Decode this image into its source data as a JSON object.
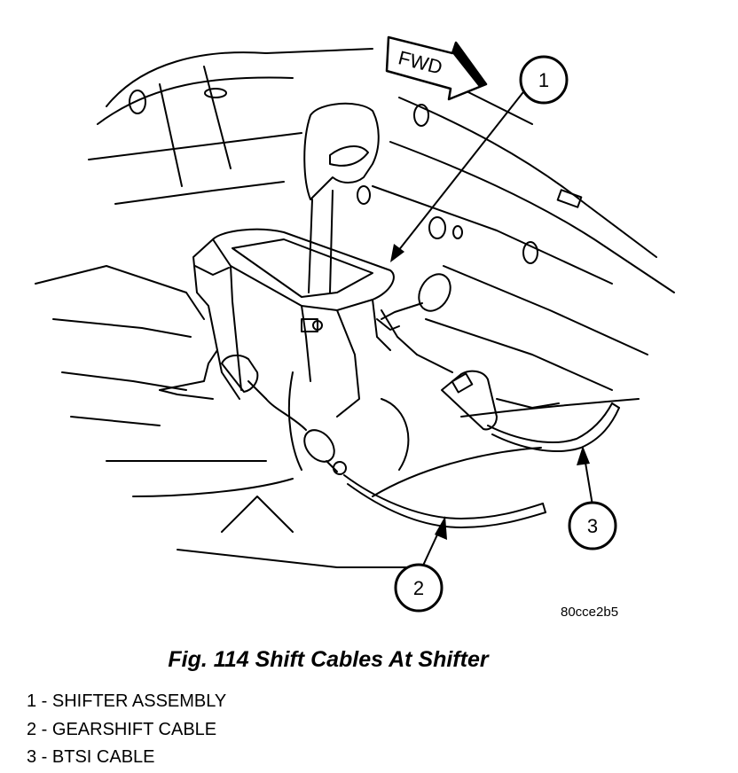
{
  "figure": {
    "fwd_label": "FWD",
    "callouts": [
      {
        "number": "1"
      },
      {
        "number": "2"
      },
      {
        "number": "3"
      }
    ],
    "image_code": "80cce2b5"
  },
  "caption": "Fig. 114 Shift Cables At Shifter",
  "legend": [
    {
      "text": "1 - SHIFTER ASSEMBLY"
    },
    {
      "text": "2 - GEARSHIFT CABLE"
    },
    {
      "text": "3 - BTSI CABLE"
    }
  ]
}
